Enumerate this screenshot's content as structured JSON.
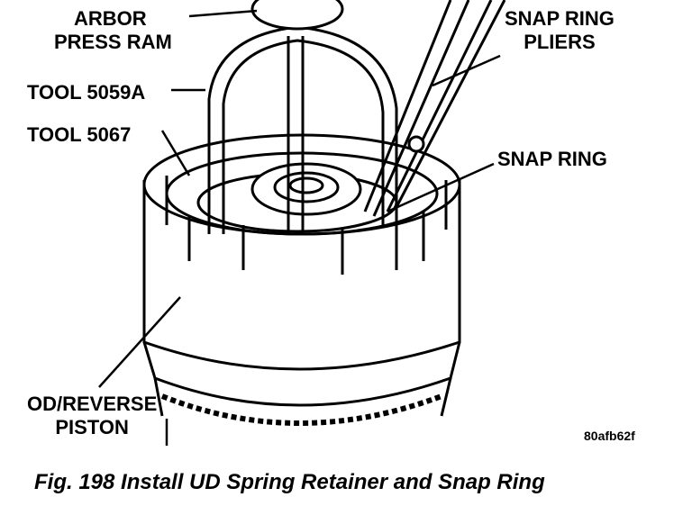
{
  "labels": {
    "arbor_press_ram": [
      "ARBOR",
      "PRESS RAM"
    ],
    "snap_ring_pliers": [
      "SNAP RING",
      "PLIERS"
    ],
    "tool_5059a": "TOOL 5059A",
    "tool_5067": "TOOL 5067",
    "snap_ring": "SNAP RING",
    "od_reverse_piston": [
      "OD/REVERSE",
      "PISTON"
    ]
  },
  "figure_code": "80afb62f",
  "caption": "Fig. 198 Install UD Spring Retainer and Snap Ring"
}
